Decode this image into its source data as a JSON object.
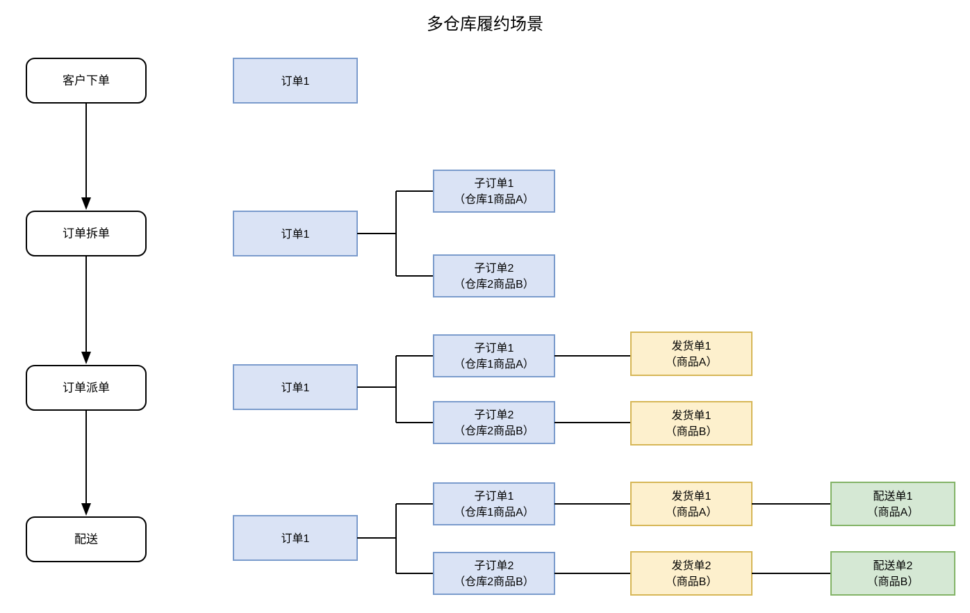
{
  "title": "多仓库履约场景",
  "colors": {
    "order_fill": "#dae3f5",
    "order_stroke": "#7a9bcc",
    "shipment_fill": "#fdf0cd",
    "shipment_stroke": "#d6b656",
    "delivery_fill": "#d5e8d4",
    "delivery_stroke": "#82b366",
    "stage_fill": "#ffffff",
    "stage_stroke": "#000000",
    "connector": "#000000"
  },
  "stages": [
    {
      "label": "客户下单"
    },
    {
      "label": "订单拆单"
    },
    {
      "label": "订单派单"
    },
    {
      "label": "配送"
    }
  ],
  "rows": [
    {
      "stage": "客户下单",
      "order": {
        "label": "订单1"
      },
      "suborders": [],
      "shipments": [],
      "deliveries": []
    },
    {
      "stage": "订单拆单",
      "order": {
        "label": "订单1"
      },
      "suborders": [
        {
          "line1": "子订单1",
          "line2": "（仓库1商品A）"
        },
        {
          "line1": "子订单2",
          "line2": "（仓库2商品B）"
        }
      ],
      "shipments": [],
      "deliveries": []
    },
    {
      "stage": "订单派单",
      "order": {
        "label": "订单1"
      },
      "suborders": [
        {
          "line1": "子订单1",
          "line2": "（仓库1商品A）"
        },
        {
          "line1": "子订单2",
          "line2": "（仓库2商品B）"
        }
      ],
      "shipments": [
        {
          "line1": "发货单1",
          "line2": "（商品A）"
        },
        {
          "line1": "发货单1",
          "line2": "（商品B）"
        }
      ],
      "deliveries": []
    },
    {
      "stage": "配送",
      "order": {
        "label": "订单1"
      },
      "suborders": [
        {
          "line1": "子订单1",
          "line2": "（仓库1商品A）"
        },
        {
          "line1": "子订单2",
          "line2": "（仓库2商品B）"
        }
      ],
      "shipments": [
        {
          "line1": "发货单1",
          "line2": "（商品A）"
        },
        {
          "line1": "发货单2",
          "line2": "（商品B）"
        }
      ],
      "deliveries": [
        {
          "line1": "配送单1",
          "line2": "（商品A）"
        },
        {
          "line1": "配送单2",
          "line2": "（商品B）"
        }
      ]
    }
  ]
}
